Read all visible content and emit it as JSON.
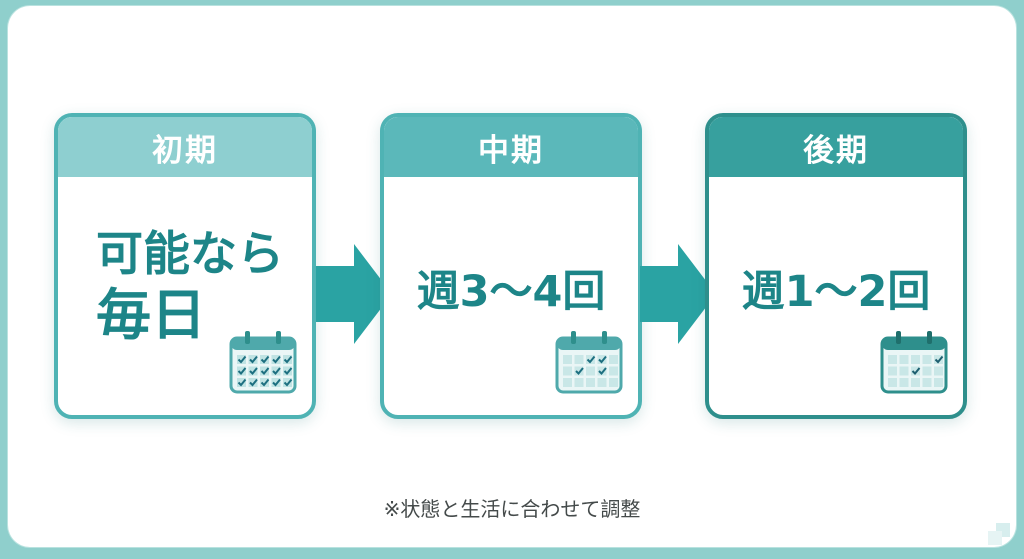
{
  "stages": [
    {
      "id": "early",
      "title": "初期",
      "freq_line1": "可能なら",
      "freq_line2": "毎日"
    },
    {
      "id": "mid",
      "title": "中期",
      "freq": "週3〜4回"
    },
    {
      "id": "late",
      "title": "後期",
      "freq": "週1〜2回"
    }
  ],
  "note": "※状態と生活に合わせて調整",
  "colors": {
    "accent": "#1d8588",
    "early_header": "#8ecfd0",
    "mid_header": "#5bb8ba",
    "late_header": "#37a09e",
    "arrow": "#2aa3a3"
  },
  "icons": {
    "calendar": "calendar-icon",
    "arrow": "arrow-right-icon"
  }
}
